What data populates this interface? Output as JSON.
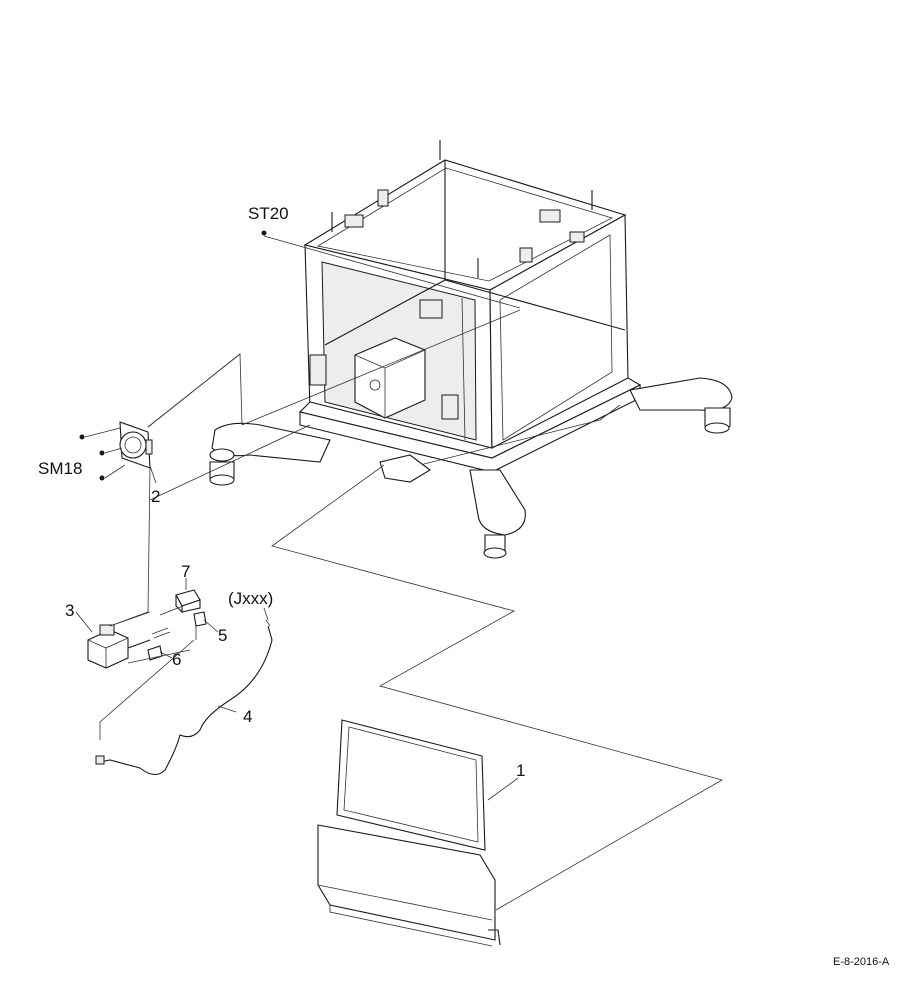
{
  "callouts": {
    "st20": "ST20",
    "sm18": "SM18",
    "p1": "1",
    "p2": "2",
    "p3": "3",
    "p4": "4",
    "p5": "5",
    "p6": "6",
    "p7": "7",
    "jxxx": "(Jxxx)"
  },
  "figure_id": "E-8-2016-A"
}
